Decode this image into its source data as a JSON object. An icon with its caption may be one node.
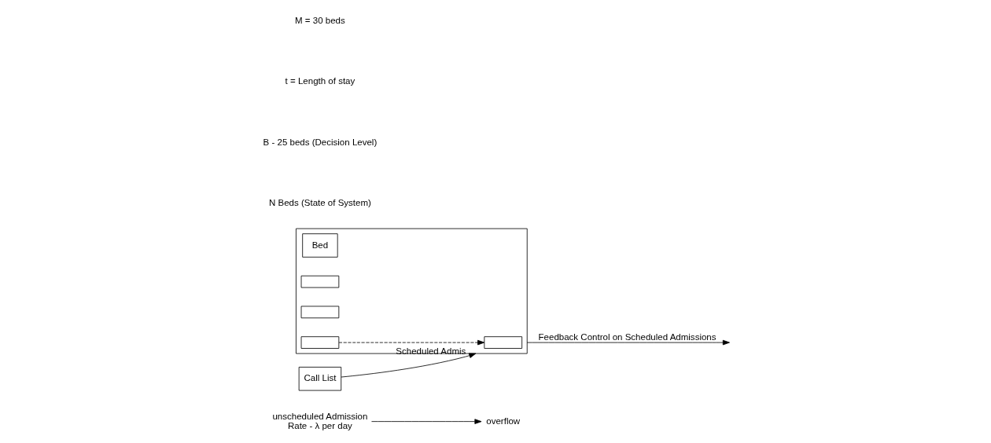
{
  "diagram": {
    "nodes": [
      {
        "text": [
          "unscheduled Admission",
          "Rate - λ per day"
        ]
      },
      {
        "text": [
          "overflow"
        ]
      },
      {
        "text": [],
        "shape": "box"
      },
      {
        "text": [
          "Bed"
        ],
        "in": 2
      },
      {
        "text": [],
        "shape": "box",
        "in": 2
      },
      {
        "text": [],
        "shape": "box",
        "in": 2
      },
      {
        "text": [],
        "shape": "box",
        "in": 2
      },
      {
        "text": [],
        "shape": "box",
        "in": 2
      },
      {
        "text": [
          "Call List"
        ]
      }
    ],
    "edges": [
      {
        "from": 0,
        "to": 1,
        "arrow": "to"
      },
      {
        "from": 6,
        "to": 7,
        "arrow": "to",
        "style": "dashed"
      },
      {
        "from": 8,
        "to": 2,
        "arrow": "to",
        "label": "Scheduled Admis"
      },
      {
        "from": 2,
        "to": null,
        "arrow": "to",
        "label": "Feedback Control on Scheduled Admissions"
      }
    ],
    "labels": [
      "M = 30 beds",
      "t = Length of stay",
      "B - 25 beds (Decision Level)",
      "N Beds (State of System)"
    ]
  }
}
